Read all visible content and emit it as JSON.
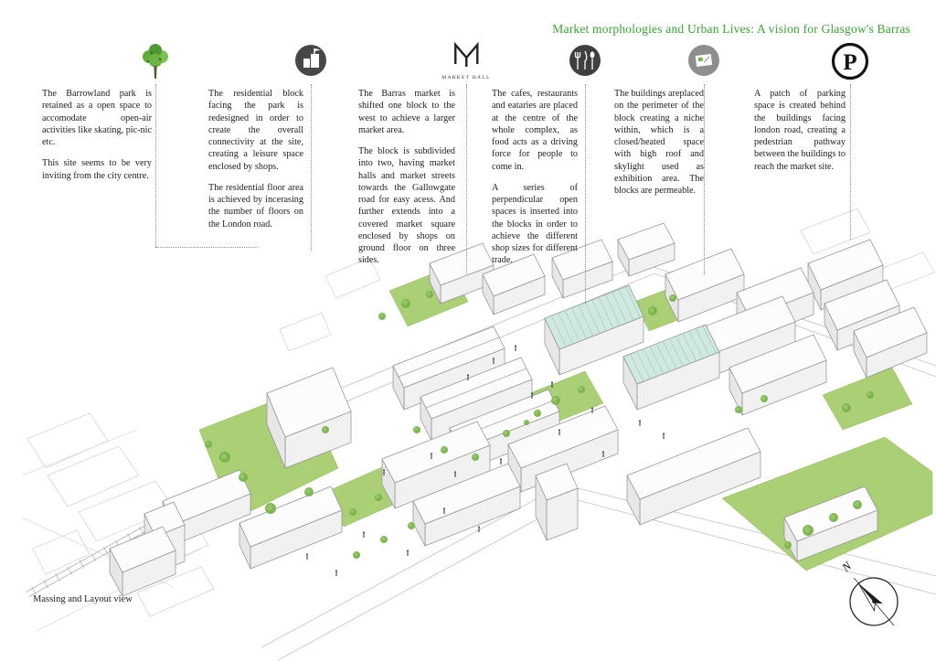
{
  "header": {
    "title": "Market morphologies and Urban Lives: A vision for Glasgow's Barras"
  },
  "columns": [
    {
      "icon": "tree-icon",
      "paragraphs": [
        "The Barrowland park is retained as a open space to accomodate open-air activities like skating, pic-nic etc.",
        "This site seems to be very inviting from the city centre."
      ]
    },
    {
      "icon": "residential-block-icon",
      "paragraphs": [
        "The residential block facing the park is redesigned in order to create the overall connectivity at the site, creating a leisure space enclosed by shops.",
        "The residential floor area is achieved by incerasing the number of floors on the London road."
      ]
    },
    {
      "icon": "market-hall-icon",
      "icon_label": "MARKET HALL",
      "paragraphs": [
        "The Barras market is shifted one block to the west to achieve a larger market area.",
        "The block is subdivided into two, having market halls and market streets towards the Gallowgate road for easy acess. And further extends into a covered market square enclosed by shops on ground floor on three sides."
      ]
    },
    {
      "icon": "food-icon",
      "paragraphs": [
        "The cafes, restaurants and eataries are placed at the centre of the whole complex, as food acts as a driving force for people to come in.",
        "A series of perpendicular open spaces is inserted into the blocks in order to achieve the different shop sizes for different trade."
      ]
    },
    {
      "icon": "exhibition-icon",
      "paragraphs": [
        "The buildings areplaced on the perimeter of the block creating a niche within, which is a closed/heated space with high roof and skylight used as exhibition area. The blocks are permeable."
      ]
    },
    {
      "icon": "parking-icon",
      "icon_letter": "P",
      "paragraphs": [
        "A patch of parking space is created behind the buildings facing london road, creating a pedestrian pathway between the buildings to reach the market site."
      ]
    }
  ],
  "caption": "Massing and Layout view",
  "compass": {
    "label": "N"
  },
  "colors": {
    "accent_green": "#3aa335",
    "park_green": "#a6cd6e",
    "tree_green": "#79b24a",
    "glass_roof_teal": "#cfe8e0",
    "glass_stripe_teal": "#a9cfc5",
    "building_stroke": "#8f8f8f",
    "icon_dark": "#474747"
  }
}
